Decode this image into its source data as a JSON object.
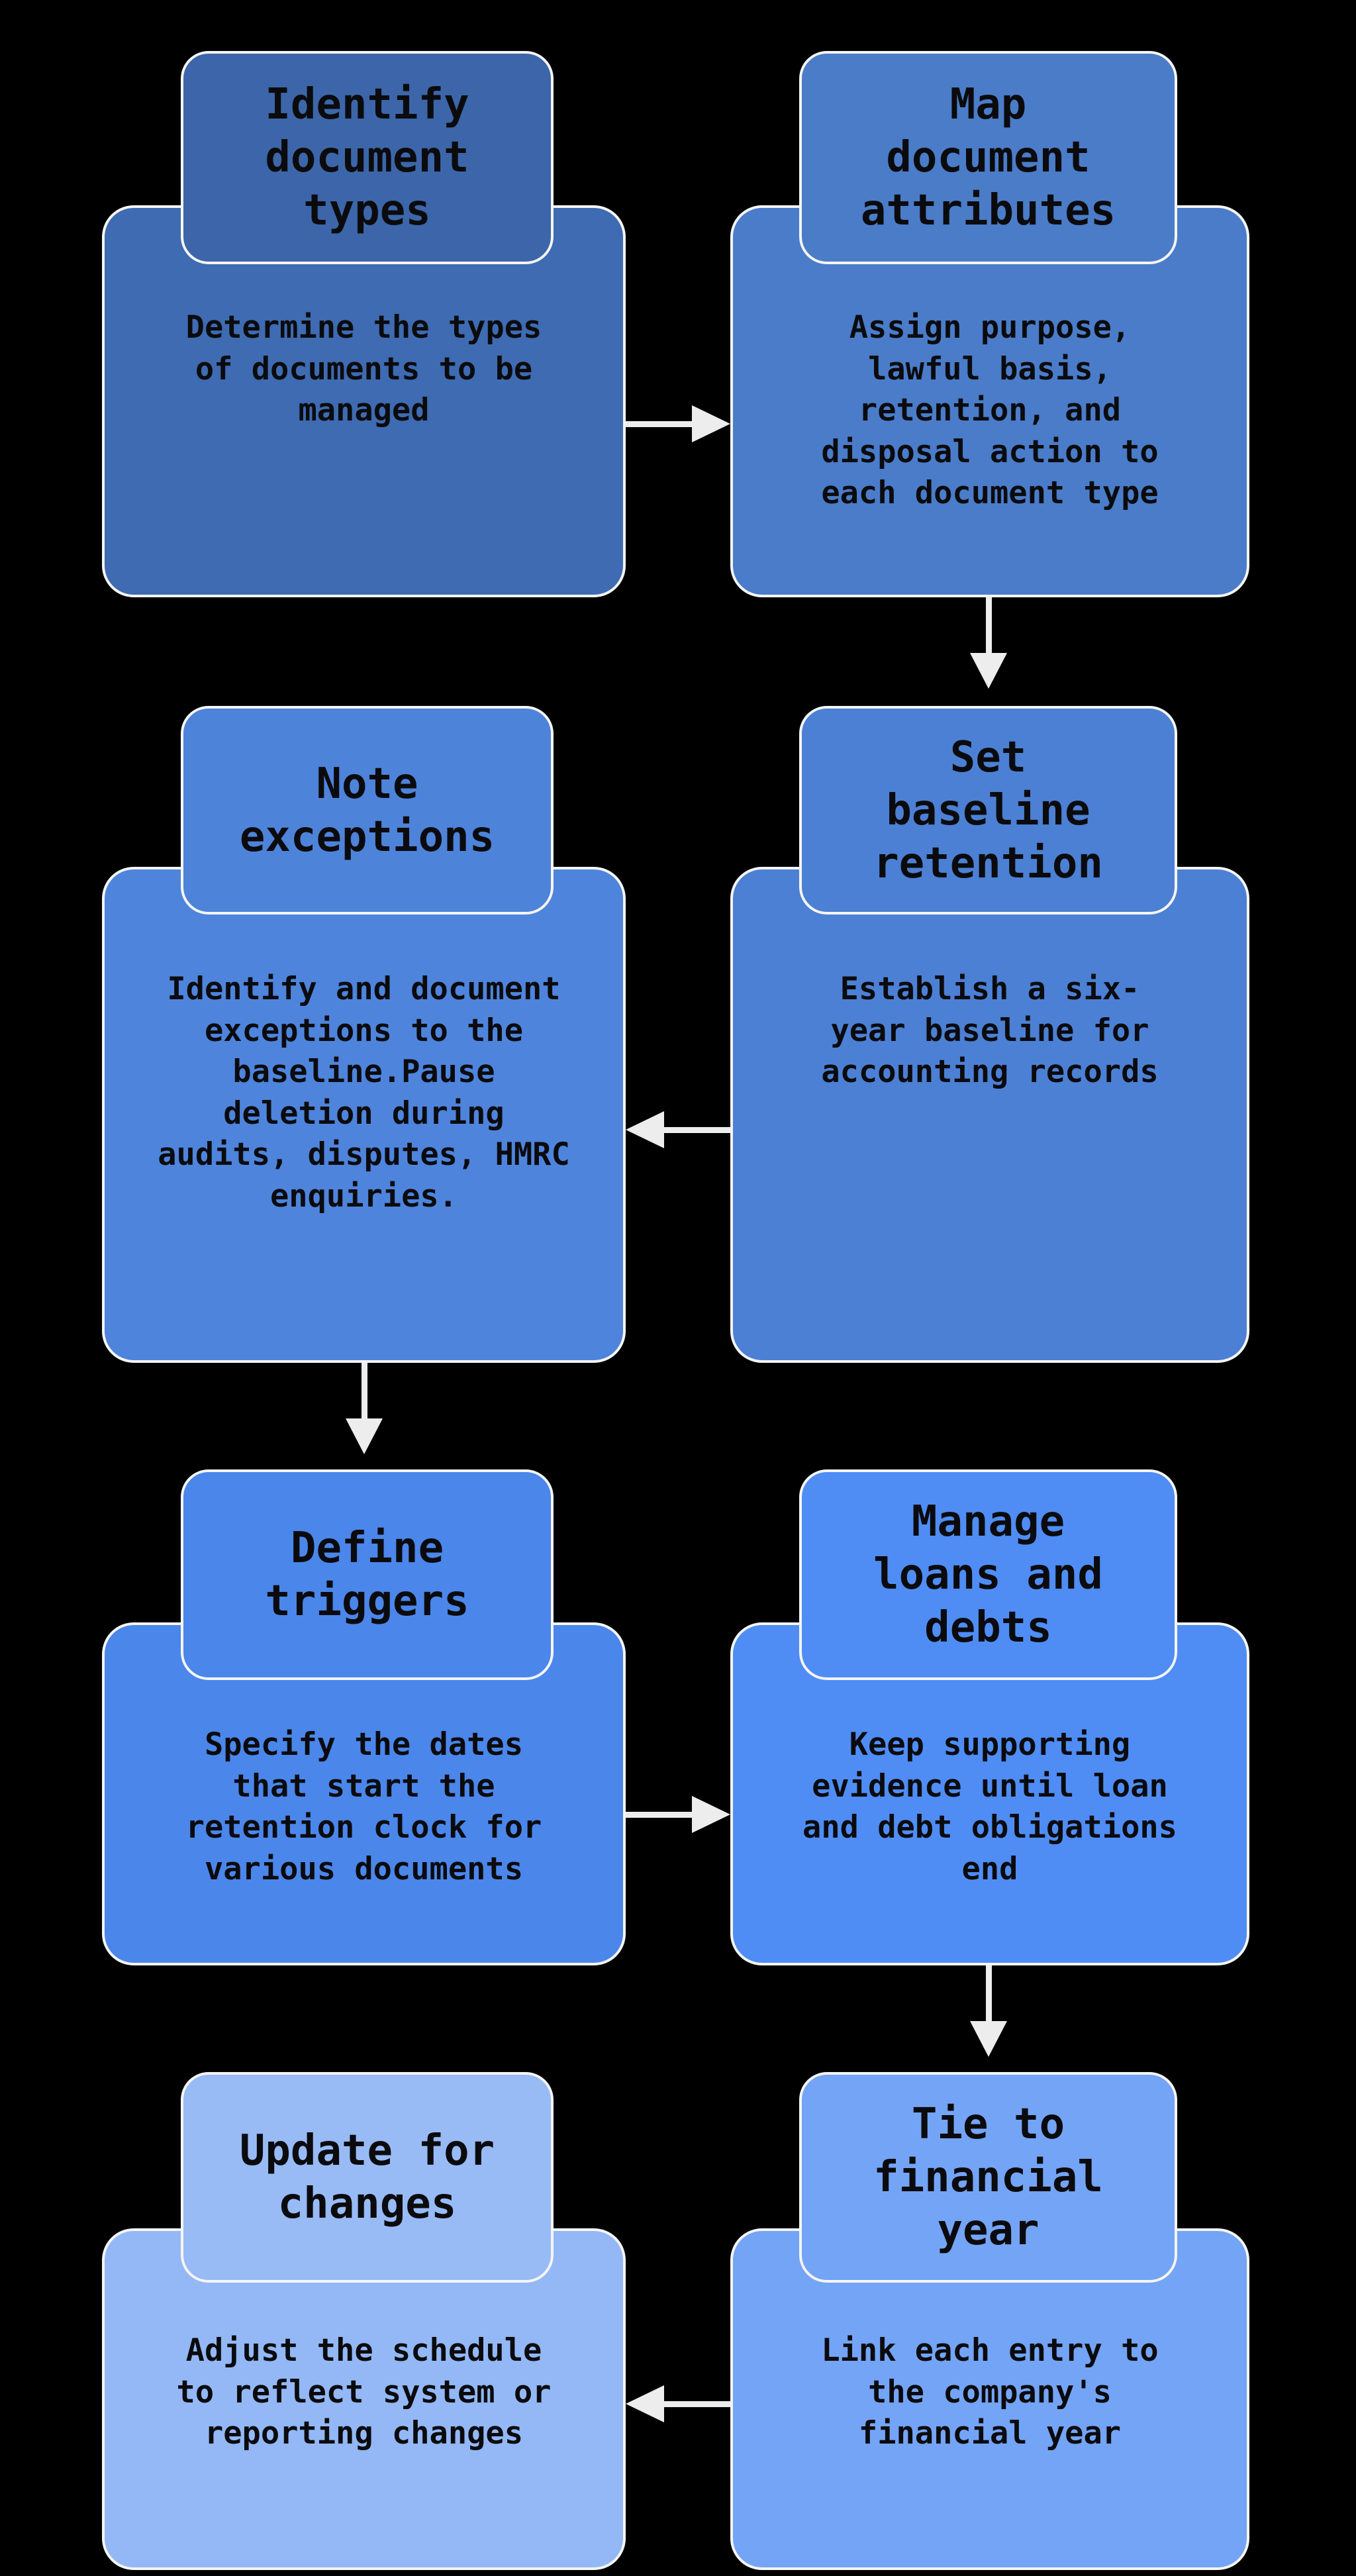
{
  "page": {
    "background": "#000000",
    "card_border_color": "#F5F5F3",
    "arrow_color": "#EDEDED",
    "text_color": "#0B0B0E"
  },
  "flowchart": {
    "steps": [
      {
        "title": "Identify\ndocument\ntypes",
        "description": "Determine the types\nof documents to be\nmanaged",
        "title_color": "#3C66A9",
        "body_color": "#3E6BB1"
      },
      {
        "title": "Map\ndocument\nattributes",
        "description": "Assign purpose,\nlawful basis,\nretention, and\ndisposal action to\neach document type",
        "title_color": "#4B7CC8",
        "body_color": "#4A7CC9"
      },
      {
        "title": "Set\nbaseline\nretention",
        "description": "Establish a six-\nyear baseline for\naccounting records",
        "title_color": "#4C80D4",
        "body_color": "#4C80D5"
      },
      {
        "title": "Note\nexceptions",
        "description": "Identify and document\nexceptions to the\nbaseline.Pause\ndeletion during\naudits, disputes, HMRC\nenquiries.",
        "title_color": "#4E83DA",
        "body_color": "#4E84DC"
      },
      {
        "title": "Define\ntriggers",
        "description": "Specify the dates\nthat start the\nretention clock for\nvarious documents",
        "title_color": "#4B86EA",
        "body_color": "#4B86EA"
      },
      {
        "title": "Manage\nloans and\ndebts",
        "description": "Keep supporting\nevidence until loan\nand debt obligations\nend",
        "title_color": "#4F8DF5",
        "body_color": "#4F8DF5"
      },
      {
        "title": "Tie to\nfinancial\nyear",
        "description": "Link each entry to\nthe company's\nfinancial year",
        "title_color": "#74A4F5",
        "body_color": "#74A4F5"
      },
      {
        "title": "Update for\nchanges",
        "description": "Adjust the schedule\nto reflect system or\nreporting changes",
        "title_color": "#98BBF6",
        "body_color": "#93B8F5"
      }
    ],
    "connections": [
      {
        "from": "Identify document types",
        "to": "Map document attributes",
        "direction": "right"
      },
      {
        "from": "Map document attributes",
        "to": "Set baseline retention",
        "direction": "down"
      },
      {
        "from": "Set baseline retention",
        "to": "Note exceptions",
        "direction": "left"
      },
      {
        "from": "Note exceptions",
        "to": "Define triggers",
        "direction": "down"
      },
      {
        "from": "Define triggers",
        "to": "Manage loans and debts",
        "direction": "right"
      },
      {
        "from": "Manage loans and debts",
        "to": "Tie to financial year",
        "direction": "down"
      },
      {
        "from": "Tie to financial year",
        "to": "Update for changes",
        "direction": "left"
      }
    ]
  }
}
